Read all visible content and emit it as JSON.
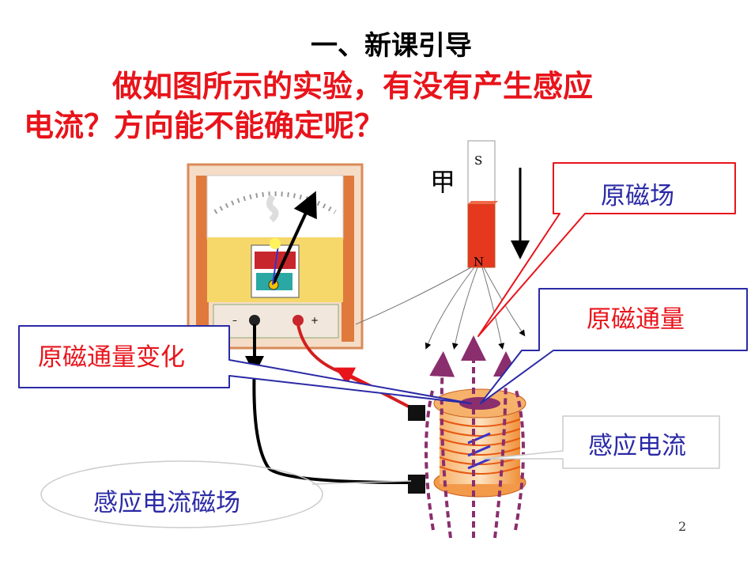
{
  "title": "一、新课引导",
  "question": {
    "line1": "做如图所示的实验，有没有产生感应",
    "line2": "电流？方向能不能确定呢？"
  },
  "magnet": {
    "label": "甲",
    "south": "S",
    "north": "N"
  },
  "meter": {
    "minus": "–",
    "plus": "+"
  },
  "callouts": {
    "original_field": "原磁场",
    "original_flux": "原磁通量",
    "flux_change": "原磁通量变化",
    "induced_current": "感应电流",
    "induced_field": "感应电流磁场"
  },
  "page_number": "2",
  "colors": {
    "question": "#e8141b",
    "callout_blue": "#2b2aa6",
    "callout_red": "#e8141b"
  }
}
